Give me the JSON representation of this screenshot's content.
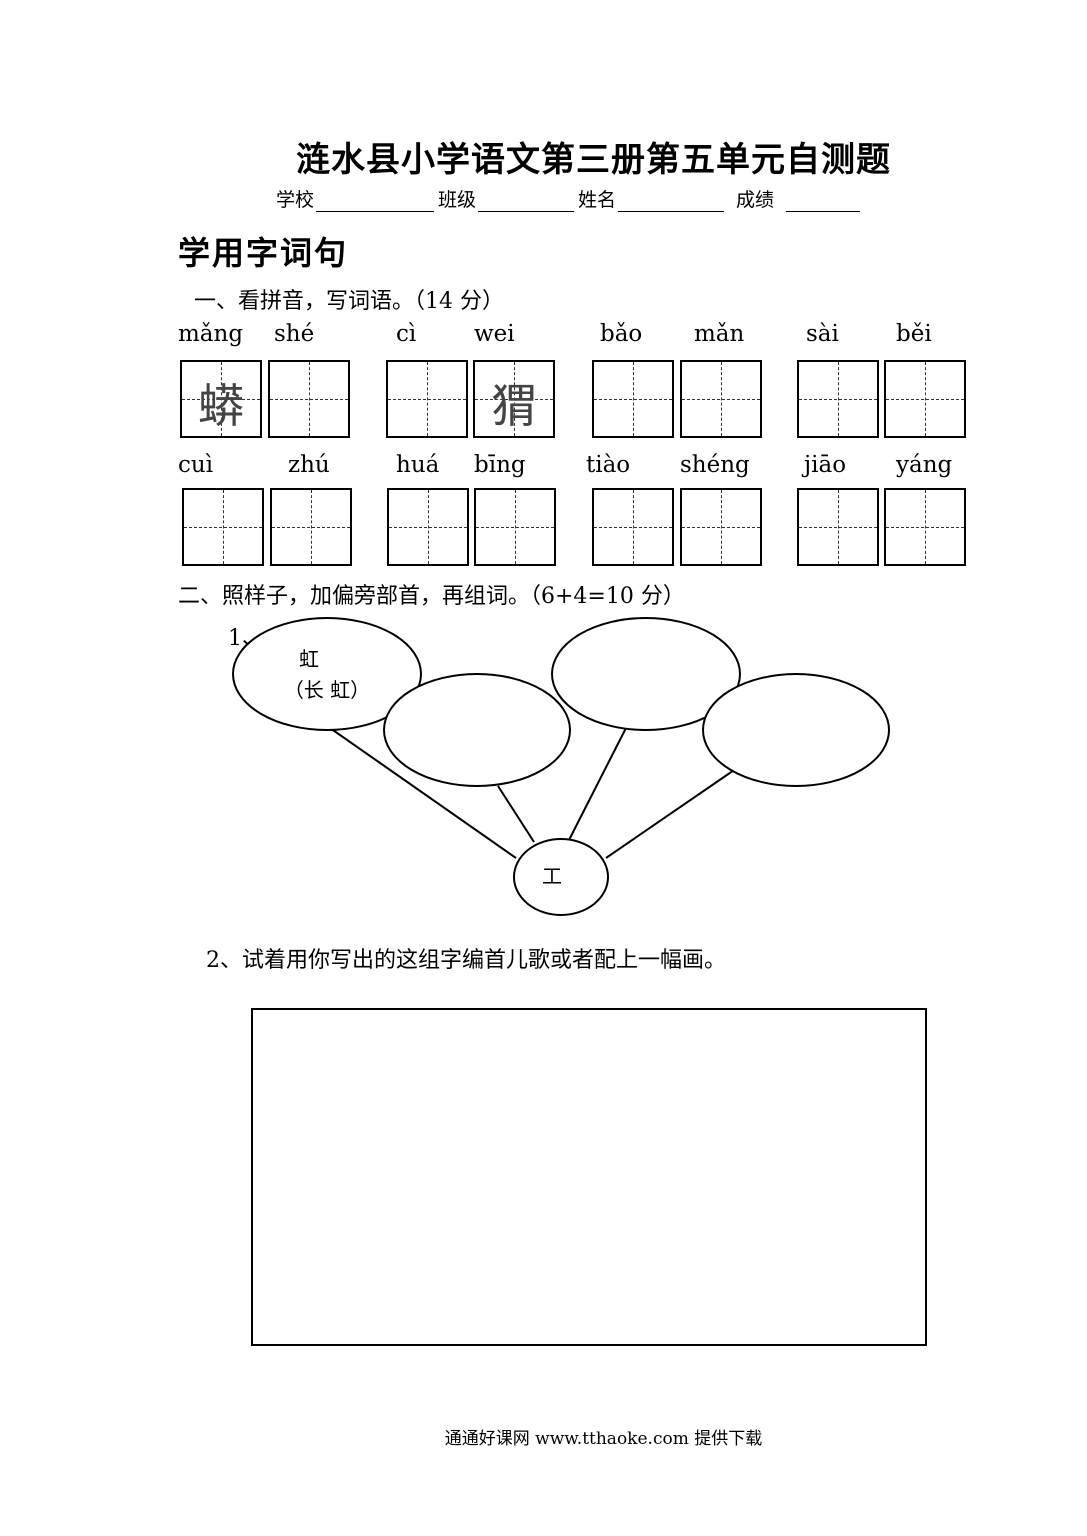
{
  "title": "涟水县小学语文第三册第五单元自测题",
  "info": {
    "school_label": "学校",
    "class_label": "班级",
    "name_label": "姓名",
    "score_label": "成绩"
  },
  "section_heading": "学用字词句",
  "q1": {
    "heading": "一、看拼音，写词语。（14 分）",
    "row1": [
      {
        "pinyin": "mǎng",
        "char": "蟒"
      },
      {
        "pinyin": "shé",
        "char": ""
      },
      {
        "pinyin": "cì",
        "char": ""
      },
      {
        "pinyin": "wei",
        "char": "猬"
      },
      {
        "pinyin": "bǎo",
        "char": ""
      },
      {
        "pinyin": "mǎn",
        "char": ""
      },
      {
        "pinyin": "sài",
        "char": ""
      },
      {
        "pinyin": "běi",
        "char": ""
      }
    ],
    "row2": [
      {
        "pinyin": "cuì",
        "char": ""
      },
      {
        "pinyin": "zhú",
        "char": ""
      },
      {
        "pinyin": "huá",
        "char": ""
      },
      {
        "pinyin": "bīng",
        "char": ""
      },
      {
        "pinyin": "tiào",
        "char": ""
      },
      {
        "pinyin": "shéng",
        "char": ""
      },
      {
        "pinyin": "jiāo",
        "char": ""
      },
      {
        "pinyin": "yáng",
        "char": ""
      }
    ]
  },
  "q2": {
    "heading": "二、照样子，加偏旁部首，再组词。（6+4=10 分）",
    "sub1_label": "1、",
    "example_char": "虹",
    "example_word": "（长  虹）",
    "center_char": "工",
    "sub2_text": "2、试着用你写出的这组字编首儿歌或者配上一幅画。"
  },
  "footer": "通通好课网  www.tthaoke.com  提供下载"
}
